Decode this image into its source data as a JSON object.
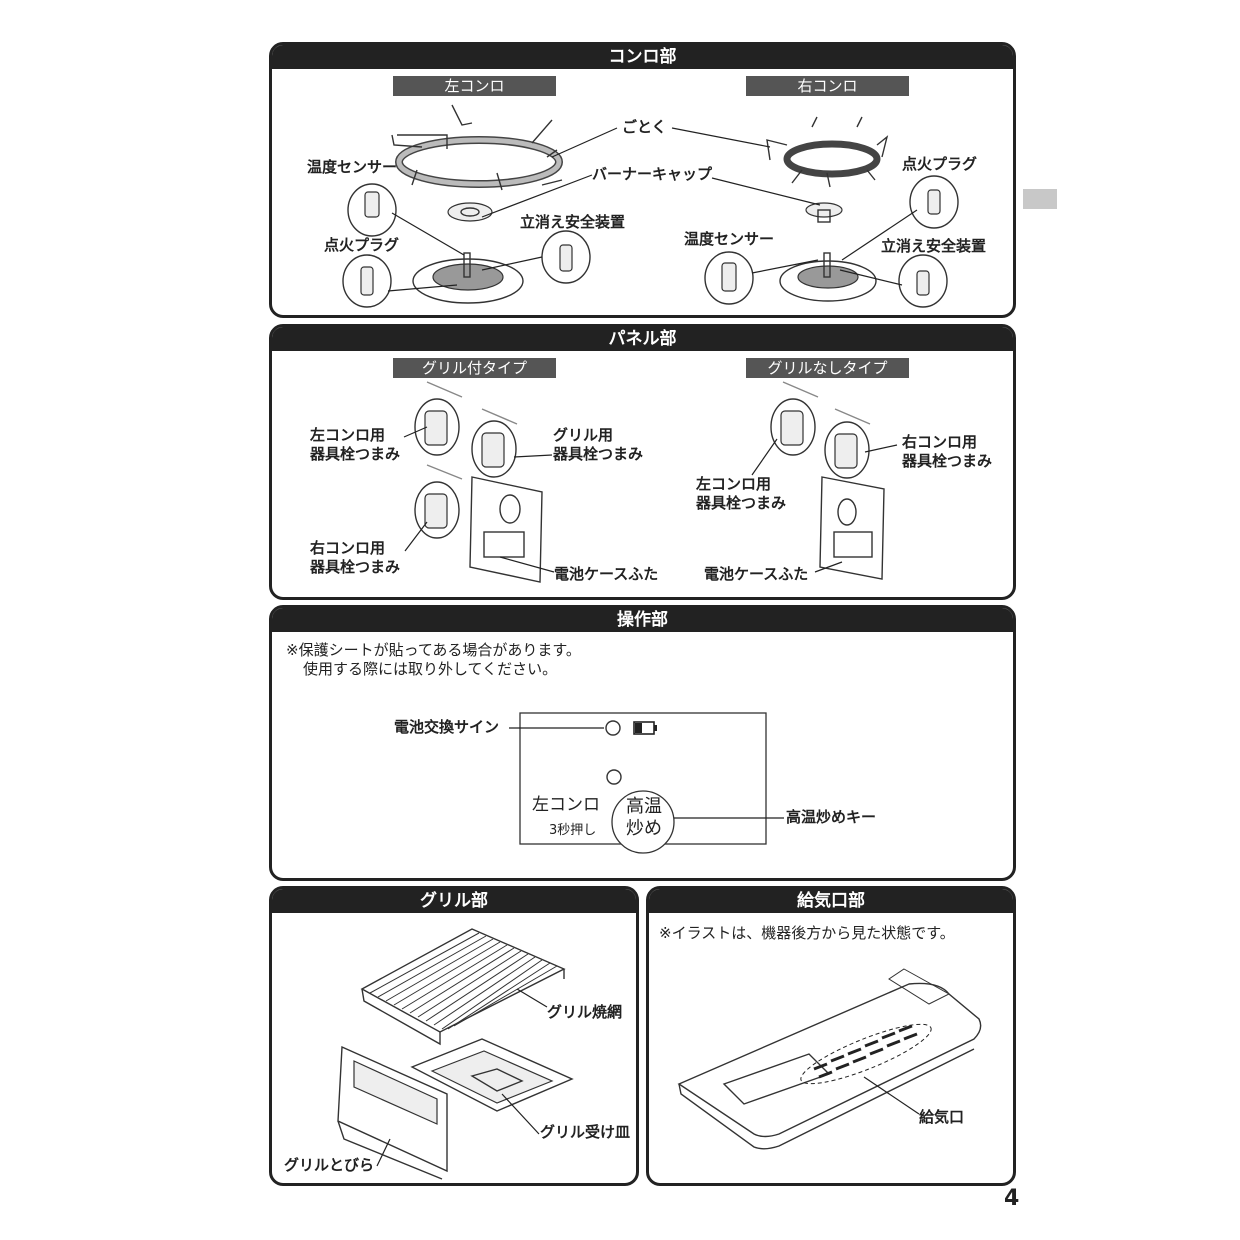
{
  "page_number": "4",
  "konro": {
    "title": "コンロ部",
    "left_title": "左コンロ",
    "right_title": "右コンロ",
    "gotoku": "ごとく",
    "burner_cap": "バーナーキャップ",
    "left_temp_sensor": "温度センサー",
    "left_ignition_plug": "点火プラグ",
    "left_flame_failure": "立消え安全装置",
    "right_ignition_plug": "点火プラグ",
    "right_temp_sensor": "温度センサー",
    "right_flame_failure": "立消え安全装置"
  },
  "panel": {
    "title": "パネル部",
    "grill_type": "グリル付タイプ",
    "no_grill_type": "グリルなしタイプ",
    "g_left_knob": [
      "左コンロ用",
      "器具栓つまみ"
    ],
    "g_grill_knob": [
      "グリル用",
      "器具栓つまみ"
    ],
    "g_right_knob": [
      "右コンロ用",
      "器具栓つまみ"
    ],
    "g_battery_cover": "電池ケースふた",
    "n_left_knob": [
      "左コンロ用",
      "器具栓つまみ"
    ],
    "n_right_knob": [
      "右コンロ用",
      "器具栓つまみ"
    ],
    "n_battery_cover": "電池ケースふた"
  },
  "operation": {
    "title": "操作部",
    "note_lines": [
      "※保護シートが貼ってある場合があります。",
      "使用する際には取り外してください。"
    ],
    "battery_sign": "電池交換サイン",
    "left_konro": "左コンロ",
    "press_3s": "3秒押し",
    "button_lines": [
      "高温",
      "炒め"
    ],
    "high_temp_key": "高温炒めキー"
  },
  "grill": {
    "title": "グリル部",
    "grill_net": "グリル焼網",
    "grill_tray": "グリル受け皿",
    "grill_door": "グリルとびら"
  },
  "intake": {
    "title": "給気口部",
    "note": "※イラストは、機器後方から見た状態です。",
    "intake_label": "給気口"
  }
}
